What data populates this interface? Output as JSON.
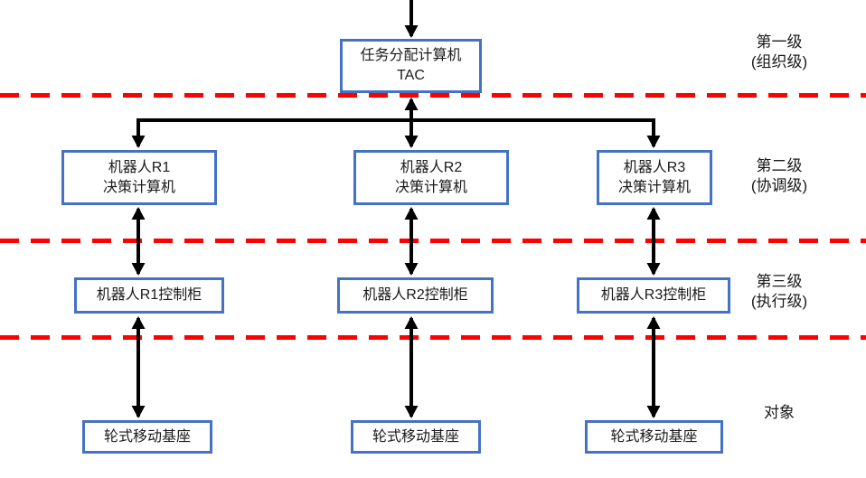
{
  "diagram": {
    "nodes": {
      "tac": {
        "line1": "任务分配计算机",
        "line2": "TAC"
      },
      "r1_decision": {
        "line1": "机器人R1",
        "line2": "决策计算机"
      },
      "r2_decision": {
        "line1": "机器人R2",
        "line2": "决策计算机"
      },
      "r3_decision": {
        "line1": "机器人R3",
        "line2": "决策计算机"
      },
      "r1_cabinet": {
        "label": "机器人R1控制柜"
      },
      "r2_cabinet": {
        "label": "机器人R2控制柜"
      },
      "r3_cabinet": {
        "label": "机器人R3控制柜"
      },
      "base_r1": {
        "label": "轮式移动基座"
      },
      "base_r2": {
        "label": "轮式移动基座"
      },
      "base_r3": {
        "label": "轮式移动基座"
      }
    },
    "level_labels": {
      "level1": {
        "line1": "第一级",
        "line2": "(组织级)"
      },
      "level2": {
        "line1": "第二级",
        "line2": "(协调级)"
      },
      "level3": {
        "line1": "第三级",
        "line2": "(执行级)"
      },
      "object": {
        "line1": "对象"
      }
    },
    "colors": {
      "box_border": "#4472C4",
      "divider": "#FF0000",
      "arrow": "#000000",
      "text": "#1A1A1A",
      "background": "#FFFFFF"
    }
  }
}
